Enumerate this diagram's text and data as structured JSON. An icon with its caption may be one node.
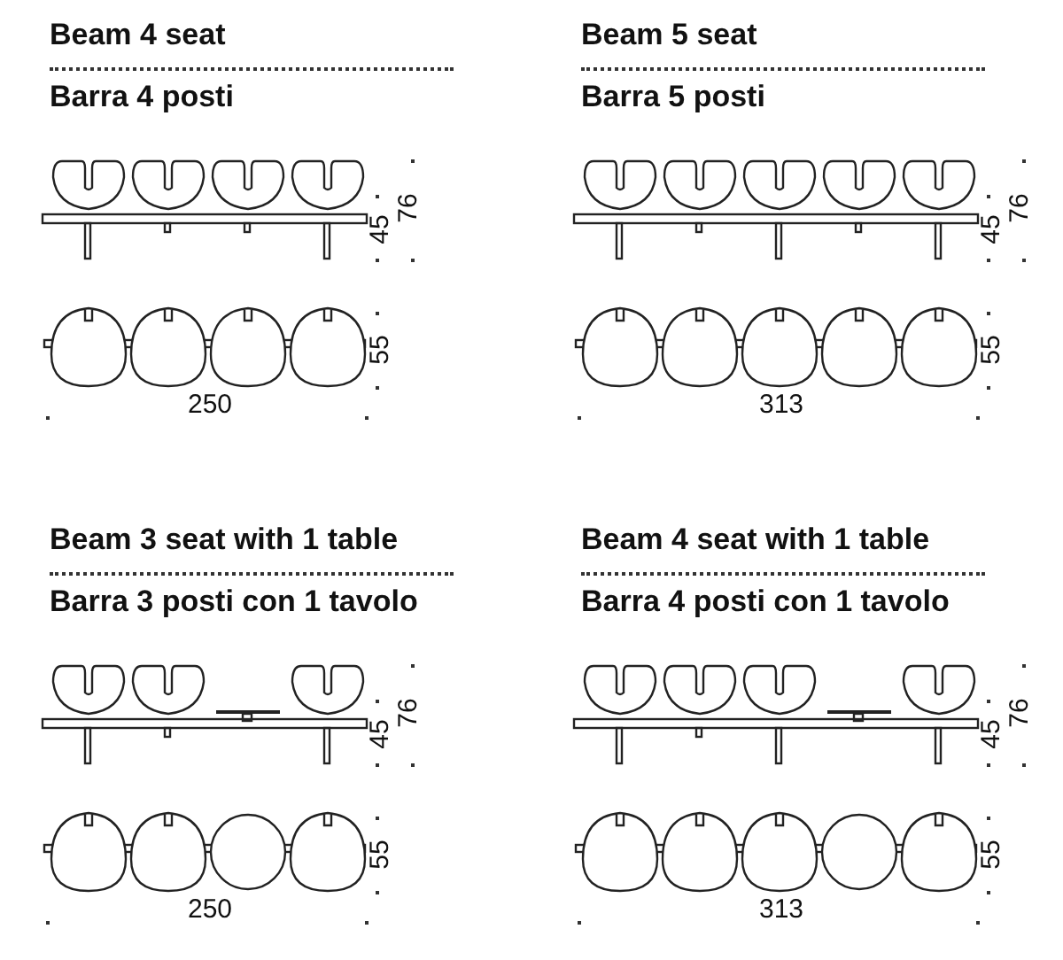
{
  "diagram": {
    "labels": [
      "Beam 4 seat",
      "Barra 4 posti",
      "76",
      "45",
      "55",
      "250",
      "Beam 5 seat",
      "Barra 5 posti",
      "76",
      "45",
      "55",
      "313",
      "Beam 3 seat with 1 table",
      "Barra 3 posti con 1 tavolo",
      "76",
      "45",
      "55",
      "250",
      "Beam 4 seat with 1 table",
      "Barra 4 posti con 1 tavolo",
      "76",
      "45",
      "55",
      "313"
    ]
  }
}
